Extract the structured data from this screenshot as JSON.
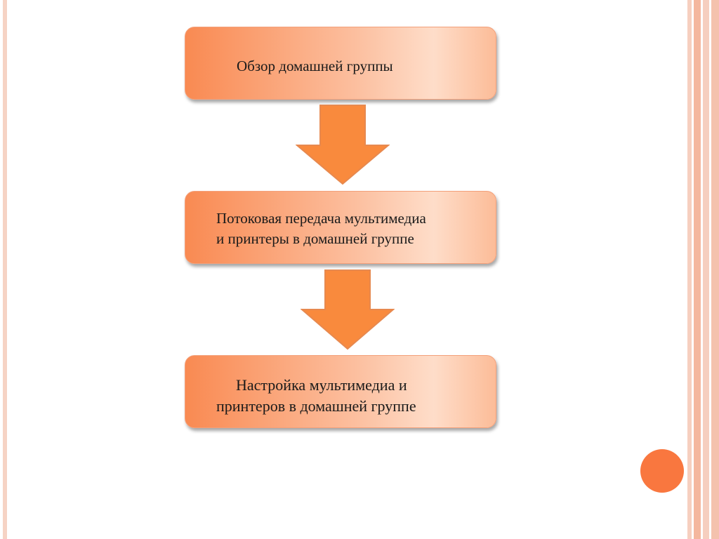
{
  "diagram": {
    "steps": [
      {
        "lines": [
          "Обзор домашней группы"
        ]
      },
      {
        "lines": [
          "Потоковая передача мультимедиа",
          "и принтеры в домашней группе"
        ]
      },
      {
        "lines": [
          "Настройка мультимедиа и",
          "принтеров в домашней группе"
        ]
      }
    ]
  },
  "colors": {
    "box_start": "#f98a52",
    "box_end": "#feddc9",
    "arrow_fill": "#f98a3d",
    "arrow_stroke": "#e7894f",
    "accent_dot": "#f9773f",
    "border_stripe": "#f4b79e"
  }
}
